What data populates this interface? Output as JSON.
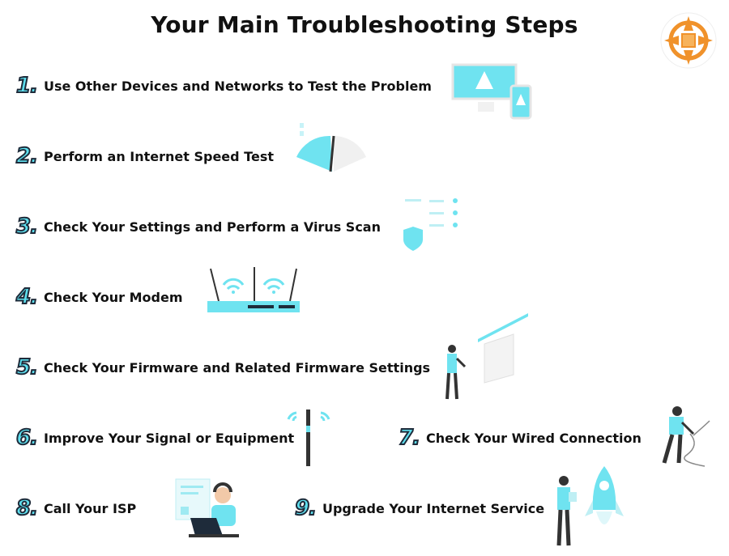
{
  "title": "Your Main Troubleshooting Steps",
  "logo_icon": "compass-target-logo",
  "colors": {
    "accent": "#5ee0ef",
    "outline": "#1e2b3a",
    "logo": "#f0922b"
  },
  "steps": [
    {
      "number": "1.",
      "label": "Use Other Devices and Networks to Test the Problem",
      "icon": "devices-warning-icon"
    },
    {
      "number": "2.",
      "label": "Perform an Internet Speed Test",
      "icon": "speedometer-icon"
    },
    {
      "number": "3.",
      "label": "Check Your Settings and Perform a Virus Scan",
      "icon": "shield-settings-icon"
    },
    {
      "number": "4.",
      "label": "Check Your Modem",
      "icon": "router-icon"
    },
    {
      "number": "5.",
      "label": "Check Your Firmware and Related Firmware Settings",
      "icon": "person-screen-icon"
    },
    {
      "number": "6.",
      "label": "Improve Your Signal or Equipment",
      "icon": "antenna-signal-icon"
    },
    {
      "number": "7.",
      "label": "Check Your Wired Connection",
      "icon": "person-cable-icon"
    },
    {
      "number": "8.",
      "label": "Call Your ISP",
      "icon": "support-agent-icon"
    },
    {
      "number": "9.",
      "label": "Upgrade Your Internet Service",
      "icon": "rocket-person-icon"
    }
  ]
}
